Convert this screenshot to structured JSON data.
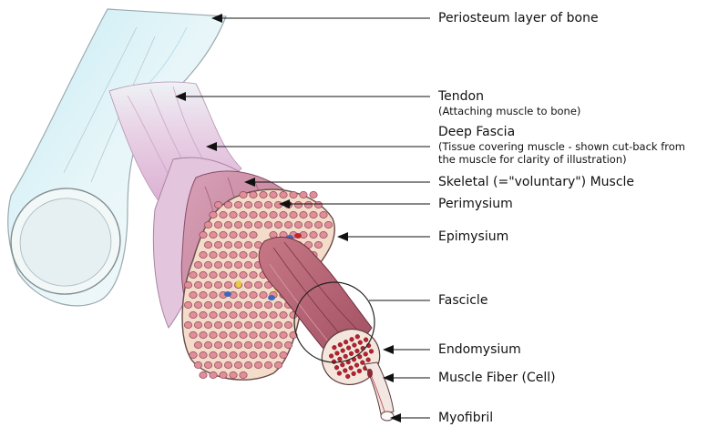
{
  "labels": {
    "periosteum": "Periosteum layer of bone",
    "tendon": "Tendon",
    "tendon_note": "(Attaching muscle to bone)",
    "deep_fascia": "Deep Fascia",
    "deep_fascia_note_1": "(Tissue covering muscle - shown cut-back from",
    "deep_fascia_note_2": "the muscle for clarity of illustration)",
    "skeletal_muscle": "Skeletal (=\"voluntary\") Muscle",
    "perimysium": "Perimysium",
    "epimysium": "Epimysium",
    "fascicle": "Fascicle",
    "endomysium": "Endomysium",
    "muscle_fiber": "Muscle Fiber (Cell)",
    "myofibril": "Myofibril"
  },
  "colors": {
    "bone": "#e4f3f7",
    "periosteum": "#b9e6ef",
    "tendon": "#efdced",
    "fascia": "#e6c4df",
    "muscle": "#c97f93",
    "muscle_dark": "#9b4a5d",
    "fiber_fill": "#e08e9a",
    "section_bg": "#f3dcc9",
    "endomysium_fill": "#b8212c"
  }
}
